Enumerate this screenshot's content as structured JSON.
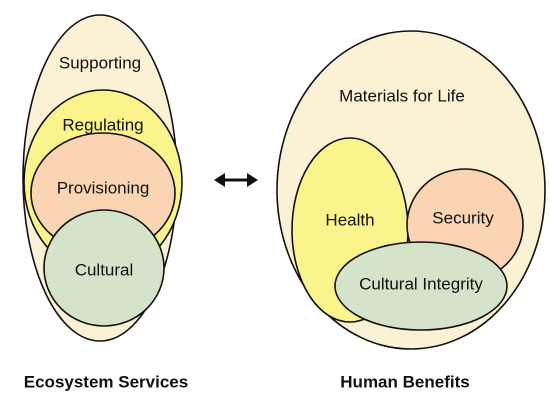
{
  "ecosystem_services": {
    "supporting": "Supporting",
    "regulating": "Regulating",
    "provisioning": "Provisioning",
    "cultural": "Cultural",
    "caption": "Ecosystem Services"
  },
  "human_benefits": {
    "materials": "Materials for Life",
    "health": "Health",
    "security": "Security",
    "cultural_integrity": "Cultural Integrity",
    "caption": "Human Benefits"
  },
  "colors": {
    "outer_fill": "#FBF1D4",
    "yellow_fill": "#FBF48C",
    "orange_fill": "#FBD4B4",
    "green_fill": "#D6E3CB",
    "outline": "#111111"
  },
  "connector_icon": "double-headed-arrow-icon"
}
